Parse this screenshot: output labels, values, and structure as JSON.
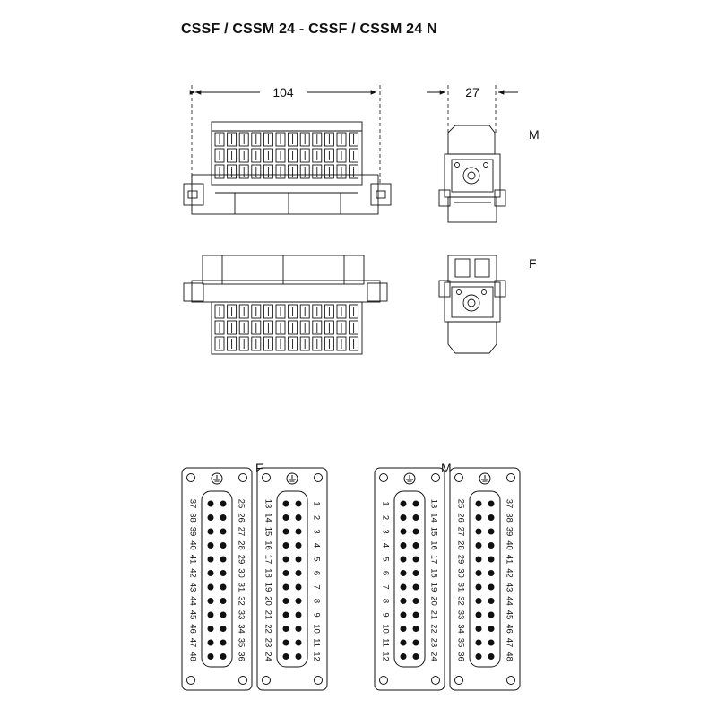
{
  "title": "CSSF / CSSM 24 - CSSF / CSSM 24 N",
  "dimensions": {
    "width": "104",
    "depth": "27"
  },
  "view_labels": {
    "male": "M",
    "female": "F"
  },
  "pinouts": {
    "female_label": "F",
    "male_label": "M",
    "face1": {
      "left_col": [
        "37",
        "38",
        "39",
        "40",
        "41",
        "42",
        "43",
        "44",
        "45",
        "46",
        "47",
        "48"
      ],
      "right_col": [
        "25",
        "26",
        "27",
        "28",
        "29",
        "30",
        "31",
        "32",
        "33",
        "34",
        "35",
        "36"
      ]
    },
    "face2": {
      "left_col": [
        "13",
        "14",
        "15",
        "16",
        "17",
        "18",
        "19",
        "20",
        "21",
        "22",
        "23",
        "24"
      ],
      "right_col": [
        "1",
        "2",
        "3",
        "4",
        "5",
        "6",
        "7",
        "8",
        "9",
        "10",
        "11",
        "12"
      ]
    },
    "face3": {
      "left_col": [
        "1",
        "2",
        "3",
        "4",
        "5",
        "6",
        "7",
        "8",
        "9",
        "10",
        "11",
        "12"
      ],
      "right_col": [
        "13",
        "14",
        "15",
        "16",
        "17",
        "18",
        "19",
        "20",
        "21",
        "22",
        "23",
        "24"
      ]
    },
    "face4": {
      "left_col": [
        "25",
        "26",
        "27",
        "28",
        "29",
        "30",
        "31",
        "32",
        "33",
        "34",
        "35",
        "36"
      ],
      "right_col": [
        "37",
        "38",
        "39",
        "40",
        "41",
        "42",
        "43",
        "44",
        "45",
        "46",
        "47",
        "48"
      ]
    }
  }
}
